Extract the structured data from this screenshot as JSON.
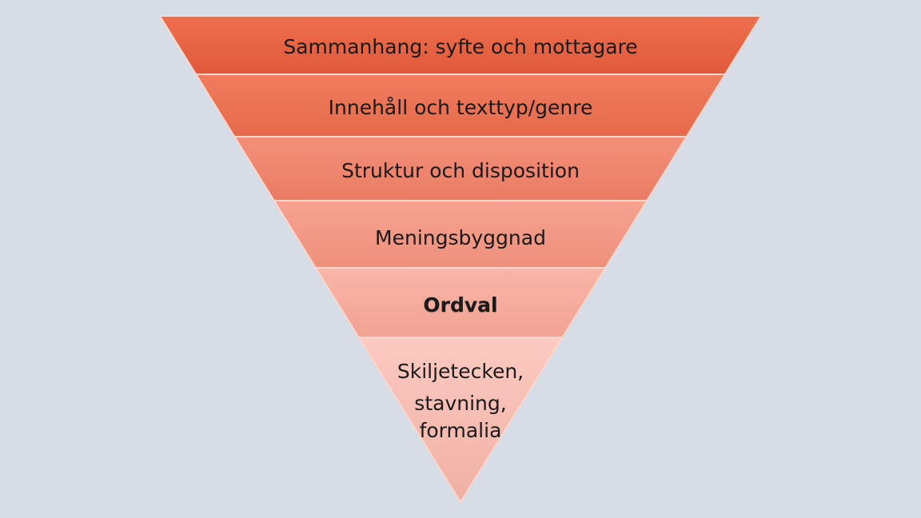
{
  "diagram": {
    "type": "inverted-pyramid",
    "layers": [
      {
        "lines": [
          "Sammanhang: syfte och mottagare"
        ],
        "color": "#ee6f4d",
        "color_dark": "#e0593a",
        "bold": false
      },
      {
        "lines": [
          "Innehåll och texttyp/genre"
        ],
        "color": "#f07d5e",
        "color_dark": "#e6694b",
        "bold": false
      },
      {
        "lines": [
          "Struktur och disposition"
        ],
        "color": "#f3907a",
        "color_dark": "#ea7b63",
        "bold": false
      },
      {
        "lines": [
          "Meningsbyggnad"
        ],
        "color": "#f6a391",
        "color_dark": "#ee8f7b",
        "bold": false
      },
      {
        "lines": [
          "Ordval"
        ],
        "color": "#f9b6a8",
        "color_dark": "#f1a293",
        "bold": true
      },
      {
        "lines": [
          "Skiljetecken,",
          "stavning,",
          "formalia"
        ],
        "color": "#fccac1",
        "color_dark": "#f0b0a4",
        "bold": false
      }
    ]
  }
}
